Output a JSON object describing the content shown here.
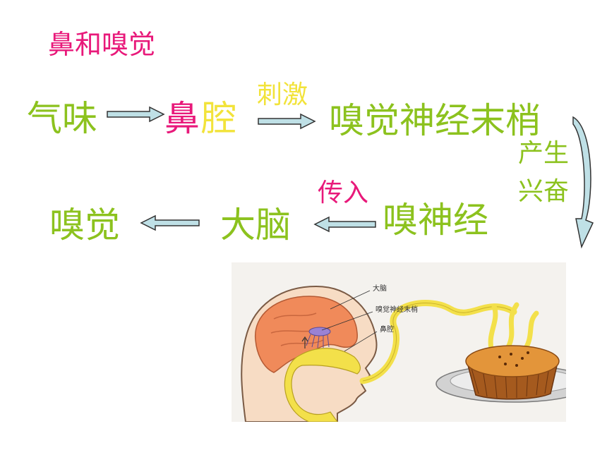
{
  "title": "鼻和嗅觉",
  "flow": {
    "row1": {
      "odor": "气味",
      "nose": "鼻",
      "cavity": "腔",
      "stimulate": "刺激",
      "nerve_endings": "嗅觉神经末梢"
    },
    "side": {
      "line1": "产生",
      "line2": "兴奋"
    },
    "row2": {
      "olfaction": "嗅觉",
      "brain": "大脑",
      "transmit": "传入",
      "olfactory_nerve": "嗅神经"
    }
  },
  "illustration": {
    "label_brain": "大脑",
    "label_nerve_endings": "嗅觉神经末梢",
    "label_nasal_cavity": "鼻腔"
  },
  "colors": {
    "title_pink": "#e8197a",
    "green_text": "#8cc21e",
    "yellow_text": "#f2e33a",
    "arrow_fill": "#bfe0e6"
  }
}
